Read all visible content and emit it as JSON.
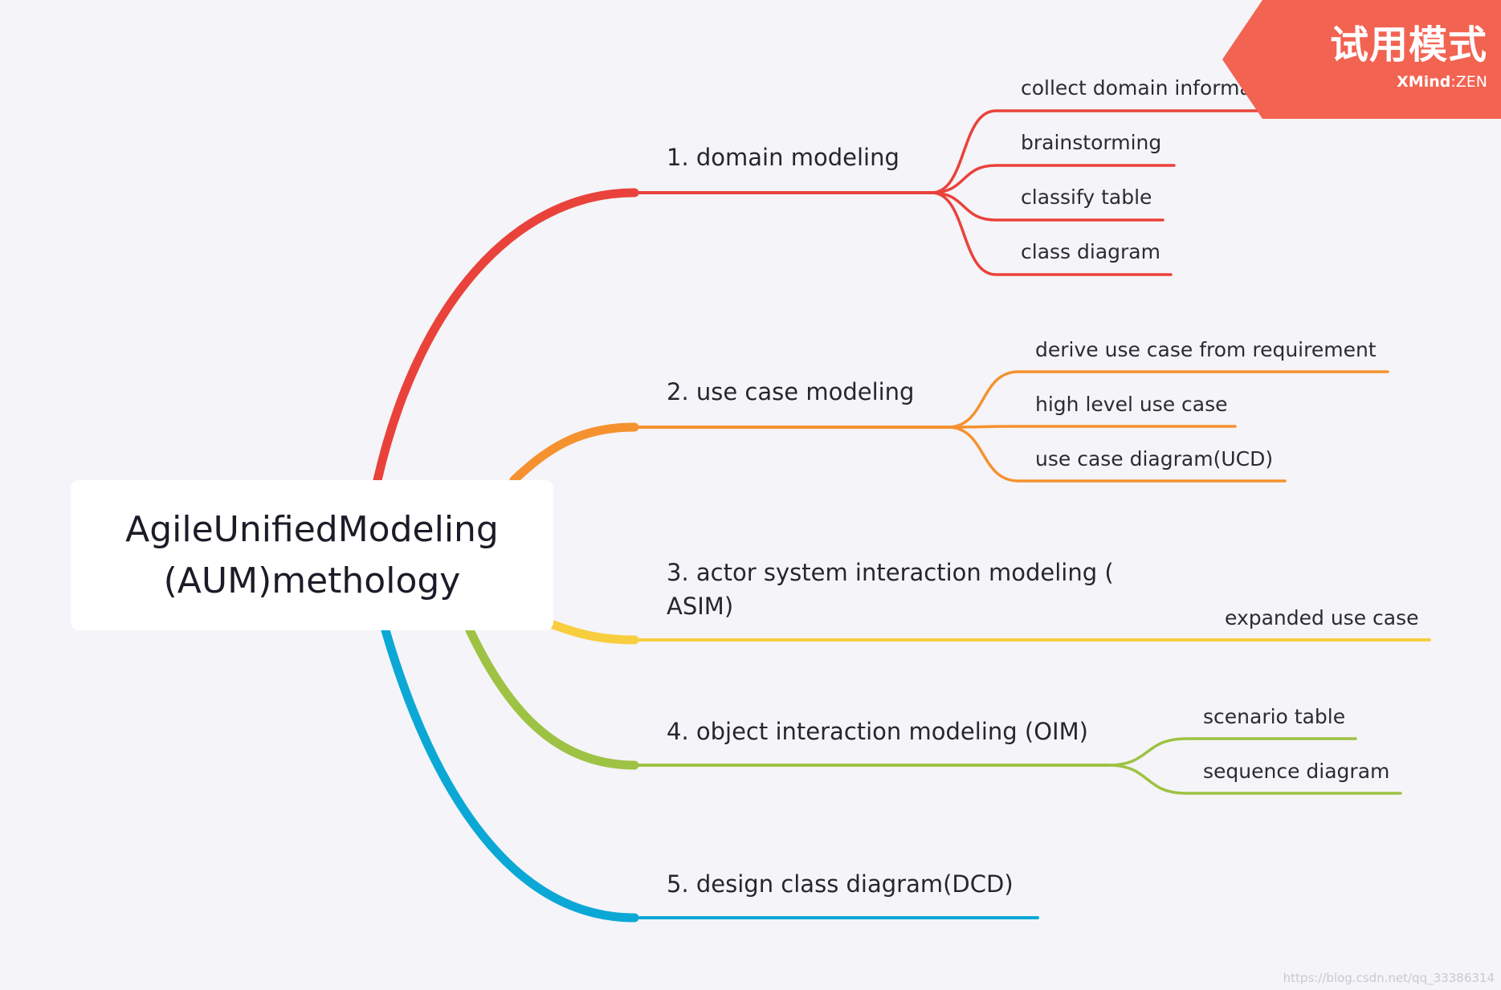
{
  "central": {
    "text": "AgileUnifiedModeling(AUM)methology"
  },
  "branches": [
    {
      "label": "1. domain modeling",
      "color": "#e9423b",
      "children": [
        "collect domain information",
        "brainstorming",
        "classify table",
        "class diagram"
      ]
    },
    {
      "label": "2. use case modeling",
      "color": "#f5922f",
      "children": [
        "derive  use case from requirement",
        "high level use case",
        "use case diagram(UCD)"
      ]
    },
    {
      "label": "3. actor system interaction modeling ( ASIM)",
      "color": "#f8ce3e",
      "children": [
        "expanded use case"
      ]
    },
    {
      "label": "4. object interaction modeling (OIM)",
      "color": "#9ec243",
      "children": [
        "scenario table",
        "sequence diagram"
      ]
    },
    {
      "label": "5. design class diagram(DCD)",
      "color": "#0ba8d6",
      "children": []
    }
  ],
  "trial_badge": {
    "title": "试用模式",
    "brand_bold": "XMind",
    "brand_sep": ":",
    "brand_rest": "ZEN",
    "color": "#f26351"
  },
  "watermark": "https://blog.csdn.net/qq_33386314"
}
